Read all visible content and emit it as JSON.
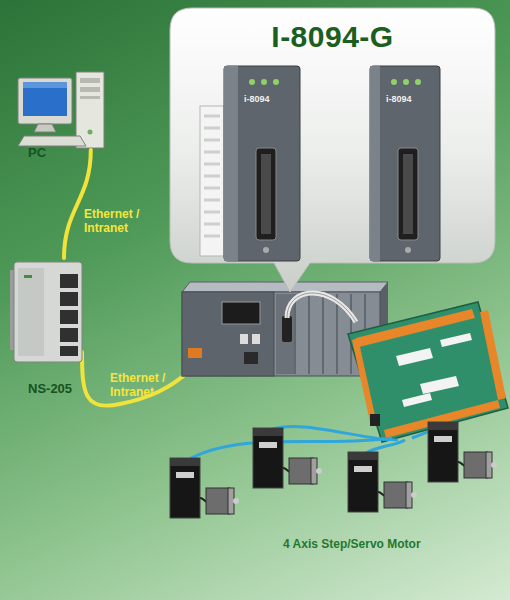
{
  "diagram": {
    "nodes": [
      {
        "text": [
          "I-8094-G"
        ]
      },
      {
        "text": [
          "i-8094"
        ],
        "in": 0
      },
      {
        "text": [
          "i-8094"
        ],
        "in": 0
      },
      {
        "text": [
          "PC"
        ]
      },
      {
        "text": [
          "NS-205"
        ]
      },
      {
        "text": [
          "4 Axis Step/Servo Motor"
        ]
      }
    ],
    "edges": [
      {
        "from": 3,
        "to": 4,
        "label": "Ethernet / Intranet",
        "arrow": "none"
      }
    ],
    "labels": [
      "Ethernet / Intranet"
    ]
  }
}
